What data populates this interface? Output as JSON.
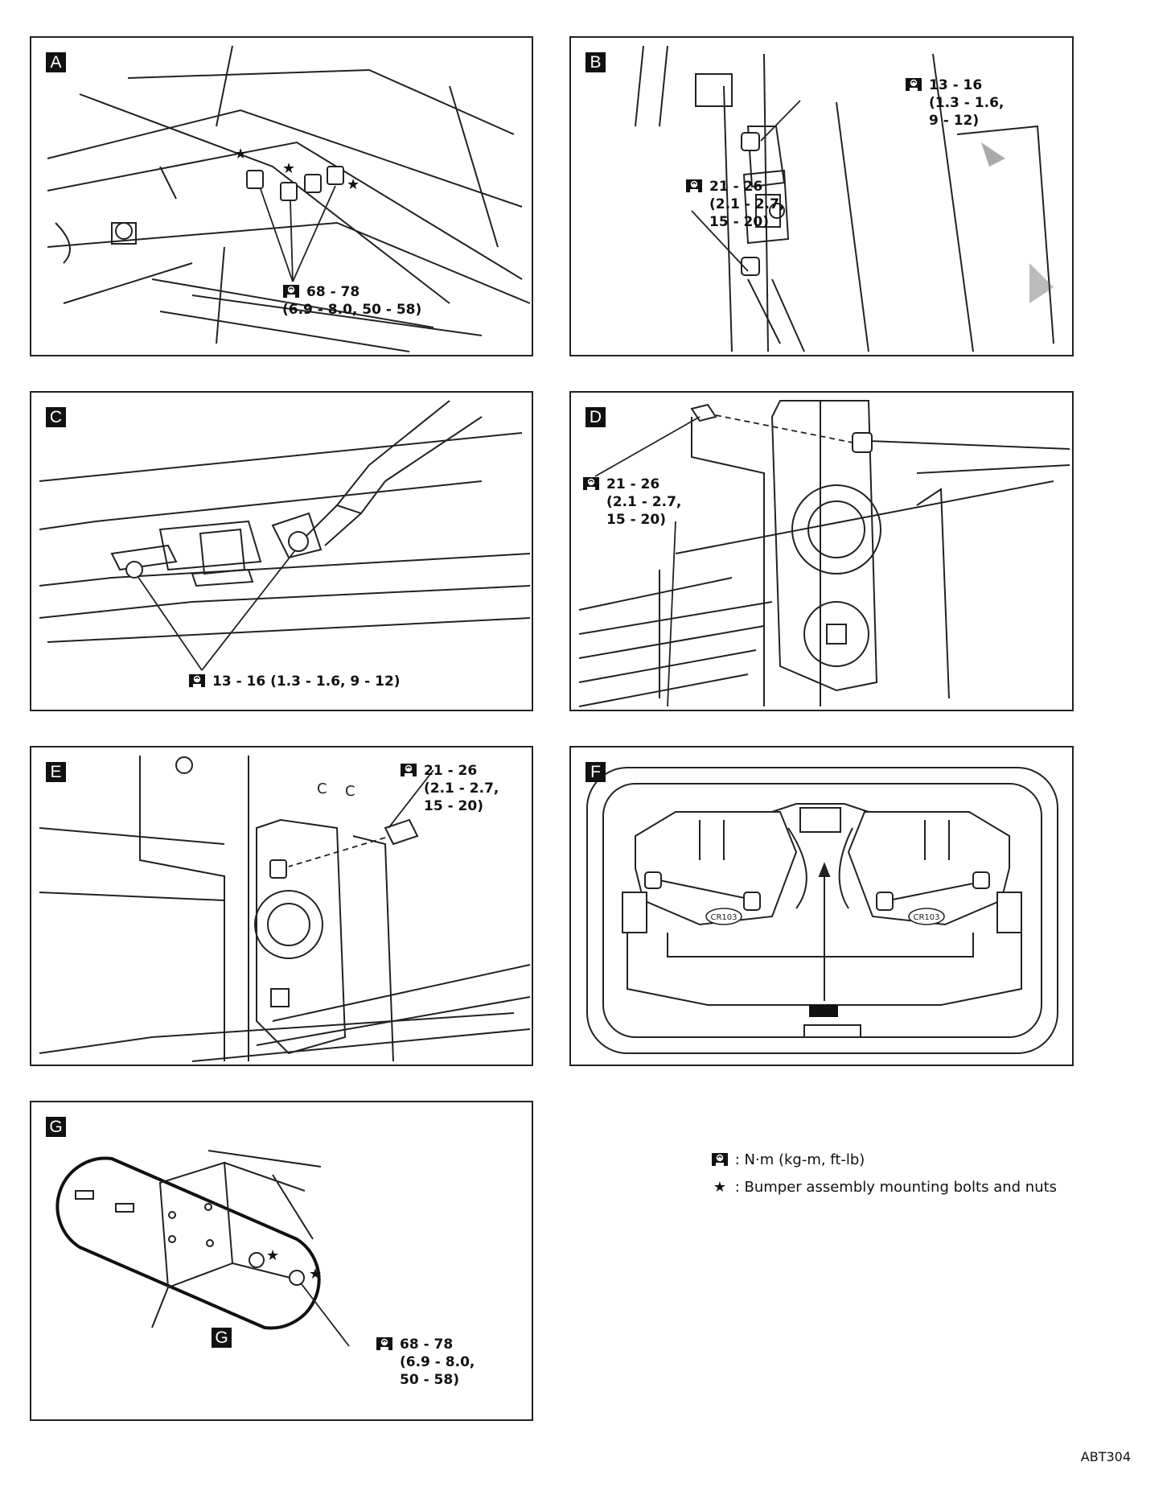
{
  "panels": [
    {
      "label": "A",
      "specs": [
        {
          "lines": [
            "68 - 78",
            "(6.9 - 8.0, 50 - 58)"
          ]
        }
      ]
    },
    {
      "label": "B",
      "specs": [
        {
          "lines": [
            "13 - 16",
            "(1.3 - 1.6,",
            "9 - 12)"
          ]
        },
        {
          "lines": [
            "21 - 26",
            "(2.1 - 2.7,",
            "15 - 20)"
          ]
        }
      ]
    },
    {
      "label": "C",
      "specs": [
        {
          "lines": [
            "13 - 16 (1.3 - 1.6, 9 - 12)"
          ]
        }
      ]
    },
    {
      "label": "D",
      "specs": [
        {
          "lines": [
            "21 - 26",
            "(2.1 - 2.7,",
            "15 - 20)"
          ]
        }
      ]
    },
    {
      "label": "E",
      "specs": [
        {
          "lines": [
            "21 - 26",
            "(2.1 - 2.7,",
            "15 - 20)"
          ]
        }
      ]
    },
    {
      "label": "F",
      "specs": [],
      "connector_labels": [
        "CR103",
        "CR103"
      ]
    },
    {
      "label": "G",
      "inner_label": "G",
      "specs": [
        {
          "lines": [
            "68 - 78",
            "(6.9 - 8.0,",
            "50 - 58)"
          ]
        }
      ]
    }
  ],
  "legend": [
    {
      "icon": "torque-wrench-icon",
      "text": ": N·m (kg-m, ft-lb)"
    },
    {
      "icon": "star-icon",
      "text": ": Bumper assembly mounting bolts and nuts"
    }
  ],
  "figure_code": "ABT304"
}
